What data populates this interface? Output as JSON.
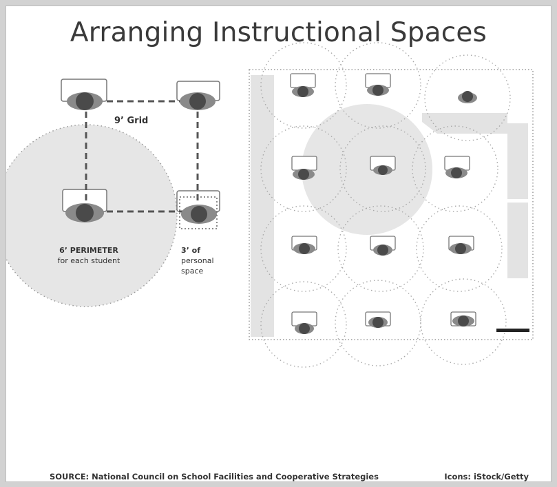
{
  "title": "Arranging Instructional Spaces",
  "left_panel": {
    "grid_label": "9’ Grid",
    "perimeter_line1": "6’ PERIMETER",
    "perimeter_line2": "for each student",
    "personal_line1": "3’ of",
    "personal_line2": "personal",
    "personal_line3": "space"
  },
  "footer": {
    "source": "SOURCE: National Council on School Facilities and Cooperative Strategies",
    "credit": "Icons: iStock/Getty"
  },
  "colors": {
    "background": "#ffffff",
    "text": "#333333",
    "circle_fill": "#e6e6e6",
    "dashed_line": "#555555",
    "student": "#4a4a4a"
  }
}
